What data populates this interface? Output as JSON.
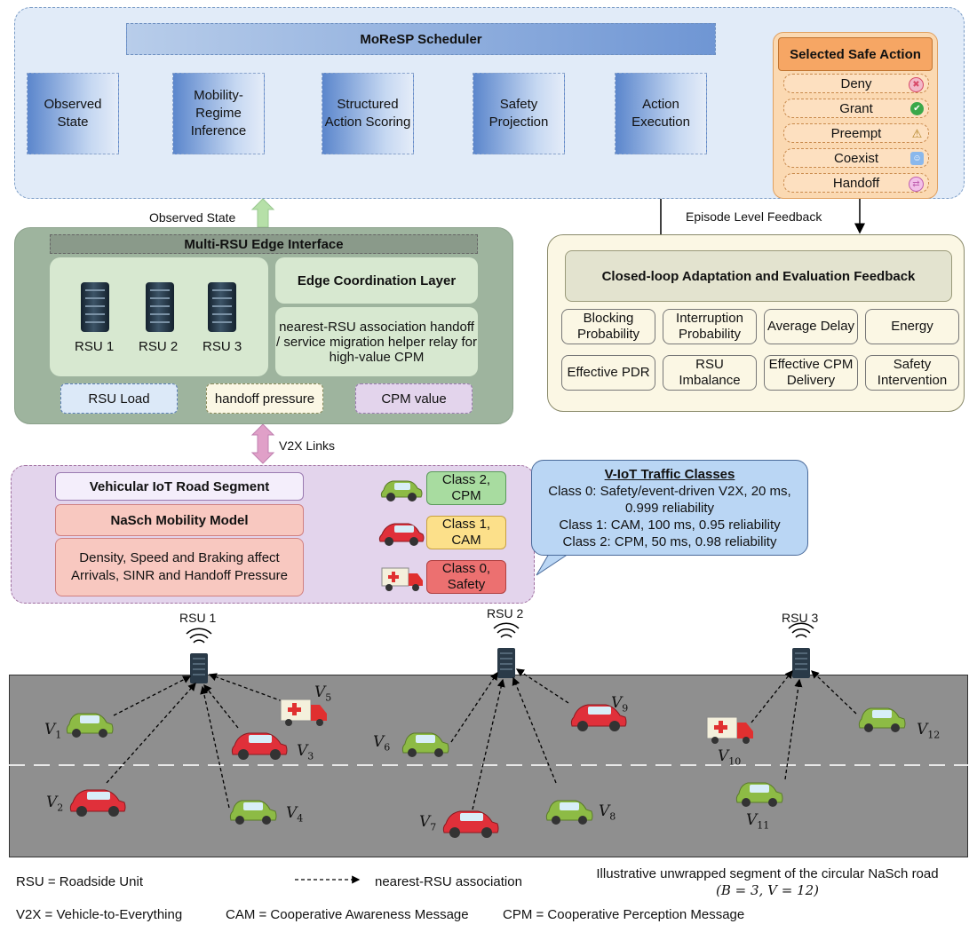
{
  "scheduler": {
    "title": "MoReSP Scheduler",
    "steps": [
      {
        "label": "Observed State"
      },
      {
        "label": "Mobility-Regime Inference"
      },
      {
        "label": "Structured Action Scoring"
      },
      {
        "label": "Safety Projection"
      },
      {
        "label": "Action Execution"
      }
    ]
  },
  "safe_action": {
    "title": "Selected Safe Action",
    "actions": [
      {
        "label": "Deny",
        "icon": "deny-icon",
        "color": "#d84b6a"
      },
      {
        "label": "Grant",
        "icon": "check-icon",
        "color": "#3aa84a"
      },
      {
        "label": "Preempt",
        "icon": "warning-icon",
        "color": "#d0a030"
      },
      {
        "label": "Coexist",
        "icon": "coexist-icon",
        "color": "#4a8ad8"
      },
      {
        "label": "Handoff",
        "icon": "handoff-icon",
        "color": "#c060b0"
      }
    ]
  },
  "arrows": {
    "observed_state": "Observed State",
    "episode_feedback": "Episode Level Feedback",
    "v2x_links": "V2X Links"
  },
  "edge": {
    "title": "Multi-RSU Edge Interface",
    "rsus": [
      "RSU 1",
      "RSU 2",
      "RSU 3"
    ],
    "coordination_title": "Edge Coordination Layer",
    "coordination_text": "nearest-RSU association handoff / service migration helper relay for high-value CPM",
    "chips": [
      "RSU Load",
      "handoff pressure",
      "CPM value"
    ]
  },
  "closed_loop": {
    "title": "Closed-loop Adaptation and Evaluation Feedback",
    "metrics": [
      "Blocking Probability",
      "Interruption Probability",
      "Average Delay",
      "Energy",
      "Effective PDR",
      "RSU Imbalance",
      "Effective CPM Delivery",
      "Safety Intervention"
    ]
  },
  "road_segment": {
    "title": "Vehicular IoT Road Segment",
    "model": "NaSch Mobility Model",
    "description": "Density, Speed and Braking affect Arrivals, SINR and Handoff Pressure",
    "classes": [
      {
        "label": "Class 2, CPM",
        "color": "#a8dca0"
      },
      {
        "label": "Class 1, CAM",
        "color": "#fce08a"
      },
      {
        "label": "Class 0, Safety",
        "color": "#ec7070"
      }
    ]
  },
  "traffic_classes": {
    "title": "V-IoT Traffic Classes",
    "lines": [
      "Class 0: Safety/event-driven V2X, 20 ms, 0.999 reliability",
      "Class 1: CAM, 100 ms, 0.95 reliability",
      "Class 2: CPM, 50 ms, 0.98 reliability"
    ]
  },
  "road": {
    "rsus": [
      "RSU 1",
      "RSU 2",
      "RSU 3"
    ],
    "vehicles": [
      {
        "id": "V",
        "sub": "1"
      },
      {
        "id": "V",
        "sub": "2"
      },
      {
        "id": "V",
        "sub": "3"
      },
      {
        "id": "V",
        "sub": "4"
      },
      {
        "id": "V",
        "sub": "5"
      },
      {
        "id": "V",
        "sub": "6"
      },
      {
        "id": "V",
        "sub": "7"
      },
      {
        "id": "V",
        "sub": "8"
      },
      {
        "id": "V",
        "sub": "9"
      },
      {
        "id": "V",
        "sub": "10"
      },
      {
        "id": "V",
        "sub": "11"
      },
      {
        "id": "V",
        "sub": "12"
      }
    ]
  },
  "legend": {
    "rsu": "RSU = Roadside Unit",
    "association": "nearest-RSU association",
    "caption1": "Illustrative unwrapped segment of the circular NaSch road",
    "caption2": "(B = 3, V = 12)",
    "v2x": "V2X = Vehicle-to-Everything",
    "cam": "CAM = Cooperative Awareness Message",
    "cpm": "CPM = Cooperative Perception Message"
  },
  "colors": {
    "green_car": "#8dbb45",
    "red_car": "#e0303a",
    "road": "#8f8f8f"
  }
}
